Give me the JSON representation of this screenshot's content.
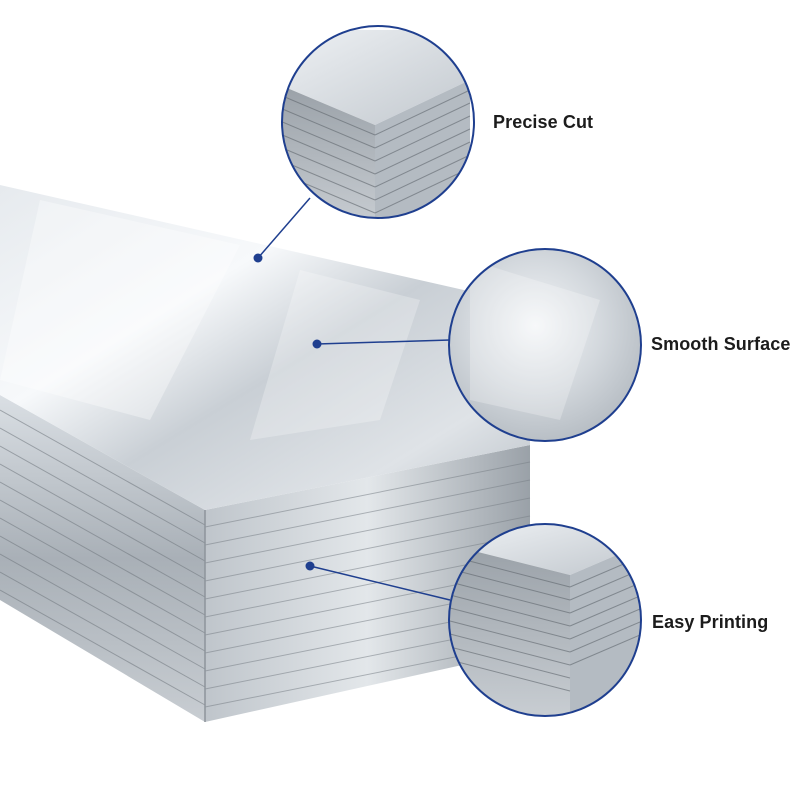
{
  "callouts": {
    "precise_cut": "Precise Cut",
    "smooth_surface": "Smooth Surface",
    "easy_printing": "Easy Printing"
  },
  "colors": {
    "callout_ring": "#1f3f8f",
    "leader_line": "#1f3f8f",
    "metal_light": "#eef1f4",
    "metal_mid": "#c3c9cf",
    "metal_dark": "#7d848b",
    "label_text": "#1c1c1c",
    "background": "#ffffff"
  }
}
